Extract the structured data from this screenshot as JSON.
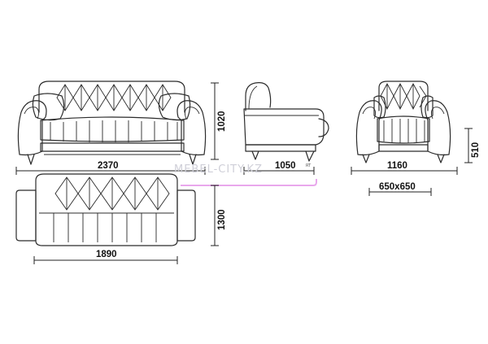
{
  "dimensions": {
    "sofa_width": "2370",
    "sofa_height": "1020",
    "armchair_side_depth": "1050",
    "armchair_width": "1160",
    "armchair_seat_height": "510",
    "armchair_seat_size": "650x650",
    "bed_depth": "1300",
    "bed_width": "1890"
  },
  "watermark": {
    "text": "MEBEL-CITY.KZ",
    "small_mark": "RT"
  },
  "colors": {
    "line": "#2b2b2b",
    "watermark": "#cfcfd8",
    "watermark_accent": "#e9a8ec"
  }
}
